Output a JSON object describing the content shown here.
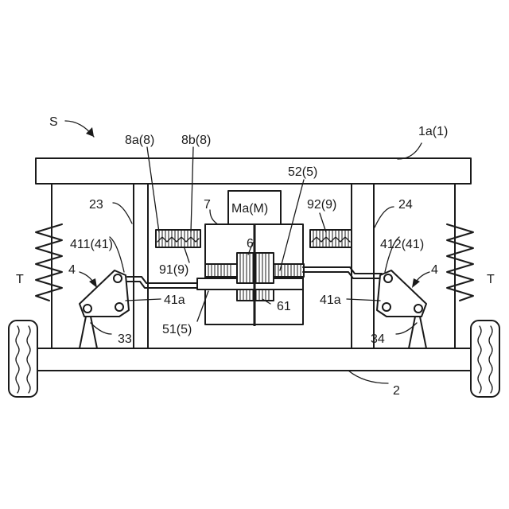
{
  "labels": {
    "S": "S",
    "1a1": "1a(1)",
    "8a8": "8a(8)",
    "8b8": "8b(8)",
    "525": "52(5)",
    "23": "23",
    "24": "24",
    "7": "7",
    "MaM": "Ma(M)",
    "929": "92(9)",
    "41141": "411(41)",
    "41241": "412(41)",
    "4L": "4",
    "4R": "4",
    "TL": "T",
    "TR": "T",
    "6": "6",
    "919": "91(9)",
    "41aL": "41a",
    "41aR": "41a",
    "61": "61",
    "515": "51(5)",
    "33": "33",
    "34": "34",
    "2": "2"
  }
}
